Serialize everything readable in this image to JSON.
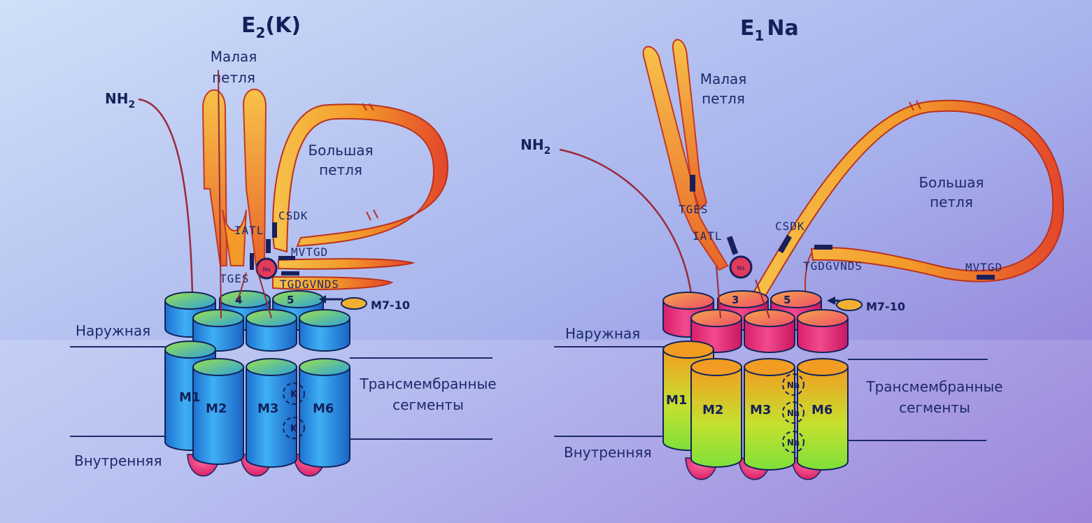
{
  "left": {
    "title_main": "E",
    "title_sub": "2",
    "title_suffix": "(K)",
    "nh2_main": "NH",
    "nh2_sub": "2",
    "small_loop": [
      "Малая",
      "петля"
    ],
    "large_loop": [
      "Большая",
      "петля"
    ],
    "motifs": [
      "IATL",
      "CSDK",
      "MVTGD",
      "TGES",
      "TGDGVNDS"
    ],
    "ion_inner": "Na",
    "top_numbers": [
      "4",
      "5"
    ],
    "m710": "M7-10",
    "outer": "Наружная",
    "inner": "Внутренняя",
    "transmembrane": [
      "Трансмембранные",
      "сегменты"
    ],
    "segments": [
      "M1",
      "M2",
      "M3",
      "M6"
    ],
    "ions": [
      "K",
      "K"
    ]
  },
  "right": {
    "title_main": "E",
    "title_sub": "1",
    "title_suffix": "Na",
    "nh2_main": "NH",
    "nh2_sub": "2",
    "small_loop": [
      "Малая",
      "петля"
    ],
    "large_loop": [
      "Большая",
      "петля"
    ],
    "motifs": [
      "TGES",
      "IATL",
      "CSDK",
      "TGDGVNDS",
      "MVTGD"
    ],
    "ion_inner": "Na",
    "top_numbers": [
      "3",
      "5"
    ],
    "m710": "M7-10",
    "outer": "Наружная",
    "inner": "Внутренняя",
    "transmembrane": [
      "Трансмембранные",
      "сегменты"
    ],
    "segments": [
      "M1",
      "M2",
      "M3",
      "M6"
    ],
    "ions": [
      "Na",
      "Na",
      "Na"
    ]
  },
  "colors": {
    "bg_top": "#c8d8f4",
    "bg_bottom": "#8a78d8",
    "loop_orange": "#f39a2a",
    "loop_red": "#e2452a",
    "cyl_blue": "#2b8fe6",
    "cyl_pink": "#ea2f7a",
    "cyl_green": "#8ee03a",
    "cyl_orange": "#f2a023",
    "text_navy": "#1e2a6a"
  }
}
